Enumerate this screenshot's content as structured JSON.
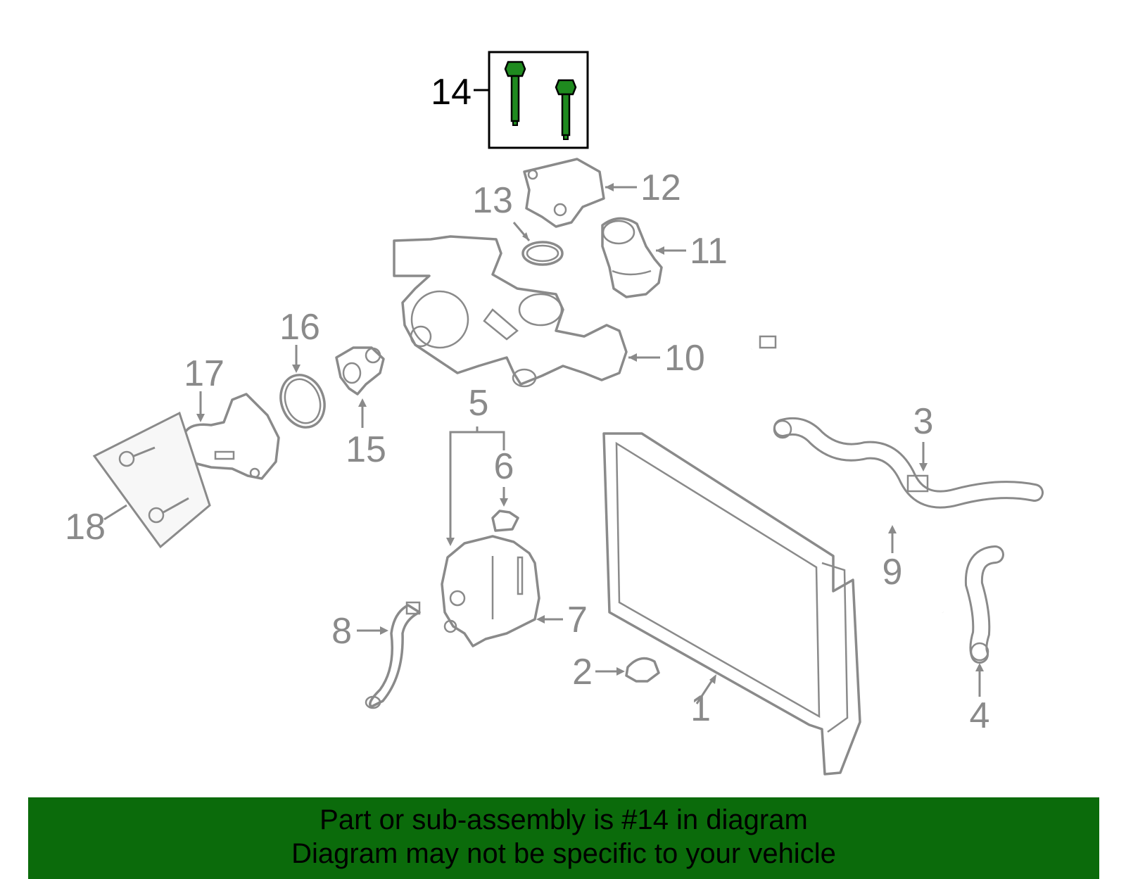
{
  "callouts": [
    {
      "id": "1",
      "label": "1"
    },
    {
      "id": "2",
      "label": "2"
    },
    {
      "id": "3",
      "label": "3"
    },
    {
      "id": "4",
      "label": "4"
    },
    {
      "id": "5",
      "label": "5"
    },
    {
      "id": "6",
      "label": "6"
    },
    {
      "id": "7",
      "label": "7"
    },
    {
      "id": "8",
      "label": "8"
    },
    {
      "id": "9",
      "label": "9"
    },
    {
      "id": "10",
      "label": "10"
    },
    {
      "id": "11",
      "label": "11"
    },
    {
      "id": "12",
      "label": "12"
    },
    {
      "id": "13",
      "label": "13"
    },
    {
      "id": "14",
      "label": "14"
    },
    {
      "id": "15",
      "label": "15"
    },
    {
      "id": "16",
      "label": "16"
    },
    {
      "id": "17",
      "label": "17"
    },
    {
      "id": "18",
      "label": "18"
    }
  ],
  "highlighted_part": "14",
  "colors": {
    "banner": "#0b6b0b",
    "highlight_part": "#1f8a1f",
    "line_art": "#8a8a8a"
  },
  "banner": {
    "line1": "Part or sub-assembly is #14 in diagram",
    "line2": "Diagram may not be specific to your vehicle"
  }
}
